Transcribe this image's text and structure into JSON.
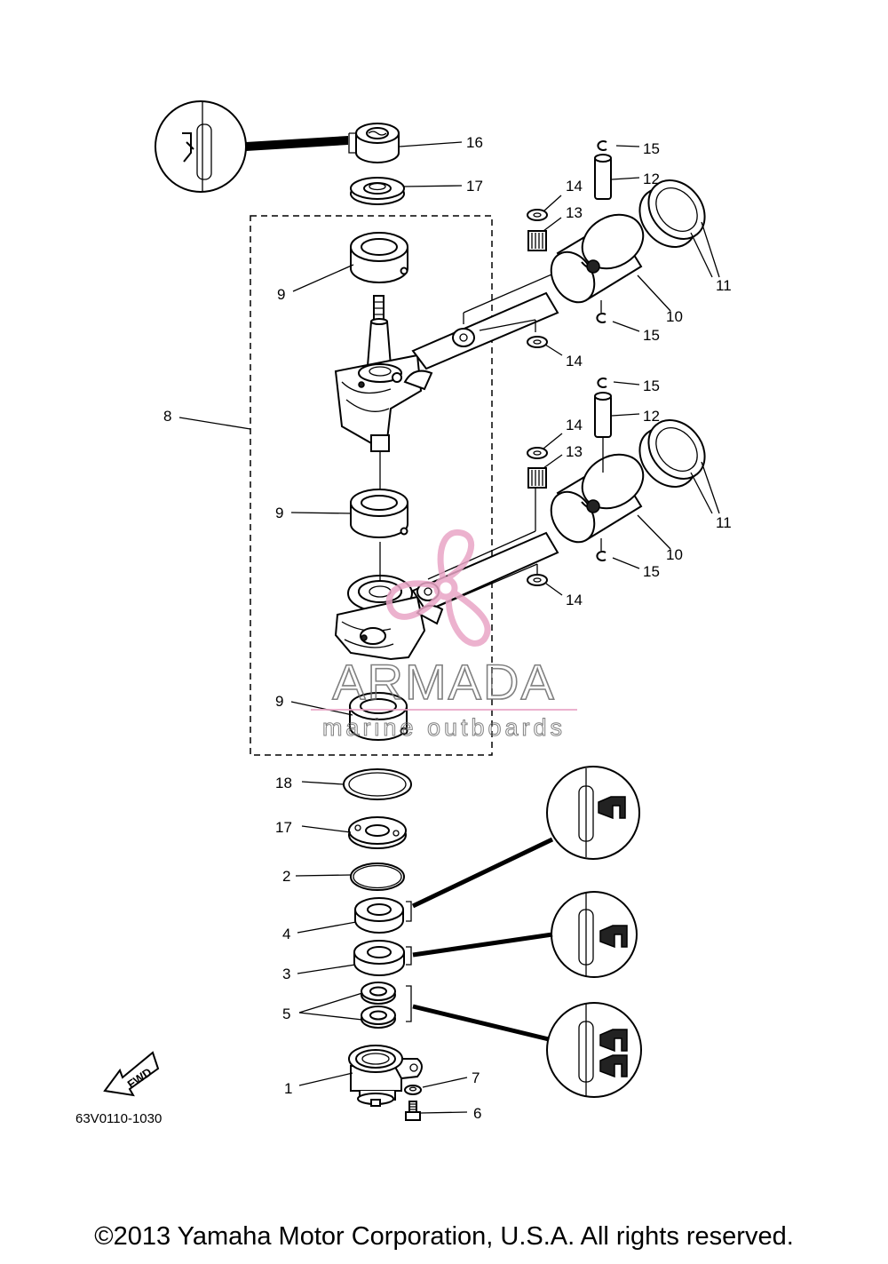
{
  "diagram": {
    "callouts": [
      {
        "id": "c16",
        "text": "16"
      },
      {
        "id": "c17a",
        "text": "17"
      },
      {
        "id": "c15a",
        "text": "15"
      },
      {
        "id": "c12a",
        "text": "12"
      },
      {
        "id": "c14a",
        "text": "14"
      },
      {
        "id": "c13a",
        "text": "13"
      },
      {
        "id": "c11a",
        "text": "11"
      },
      {
        "id": "c9a",
        "text": "9"
      },
      {
        "id": "c10a",
        "text": "10"
      },
      {
        "id": "c15b",
        "text": "15"
      },
      {
        "id": "c14b",
        "text": "14"
      },
      {
        "id": "c15c",
        "text": "15"
      },
      {
        "id": "c8",
        "text": "8"
      },
      {
        "id": "c12b",
        "text": "12"
      },
      {
        "id": "c14c",
        "text": "14"
      },
      {
        "id": "c13b",
        "text": "13"
      },
      {
        "id": "c11b",
        "text": "11"
      },
      {
        "id": "c9b",
        "text": "9"
      },
      {
        "id": "c10b",
        "text": "10"
      },
      {
        "id": "c15d",
        "text": "15"
      },
      {
        "id": "c14d",
        "text": "14"
      },
      {
        "id": "c9c",
        "text": "9"
      },
      {
        "id": "c18",
        "text": "18"
      },
      {
        "id": "c17b",
        "text": "17"
      },
      {
        "id": "c2",
        "text": "2"
      },
      {
        "id": "c4",
        "text": "4"
      },
      {
        "id": "c3",
        "text": "3"
      },
      {
        "id": "c5",
        "text": "5"
      },
      {
        "id": "c1",
        "text": "1"
      },
      {
        "id": "c7",
        "text": "7"
      },
      {
        "id": "c6",
        "text": "6"
      }
    ],
    "figure_code": "63V0110-1030",
    "fwd_label": "FWD",
    "watermark": {
      "brand": "ARMADA",
      "tagline": "marine outboards",
      "color": "#e9a5c6"
    }
  },
  "copyright": "©2013 Yamaha Motor Corporation, U.S.A. All rights reserved."
}
